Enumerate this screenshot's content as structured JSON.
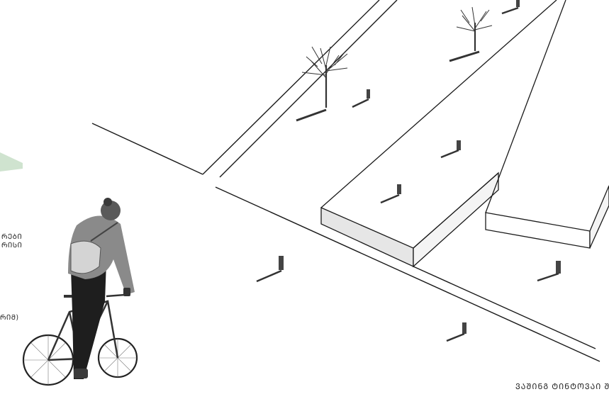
{
  "side_text": {
    "line1": "ᲠᲔᲑᲘ",
    "line2": "ᲠᲘᲡᲘ",
    "line3": "ᲠᲘᲛ)"
  },
  "caption": "ᲕᲐᲨᲘᲜᲒ ᲢᲘᲜᲢᲝᲕᲐᲘ ᲨᲢᲝᲘ",
  "colors": {
    "line": "#1a1a1a",
    "side_face": "#e6e6e6",
    "top_face": "#ffffff",
    "green_wedge": "#cfe3cf"
  }
}
